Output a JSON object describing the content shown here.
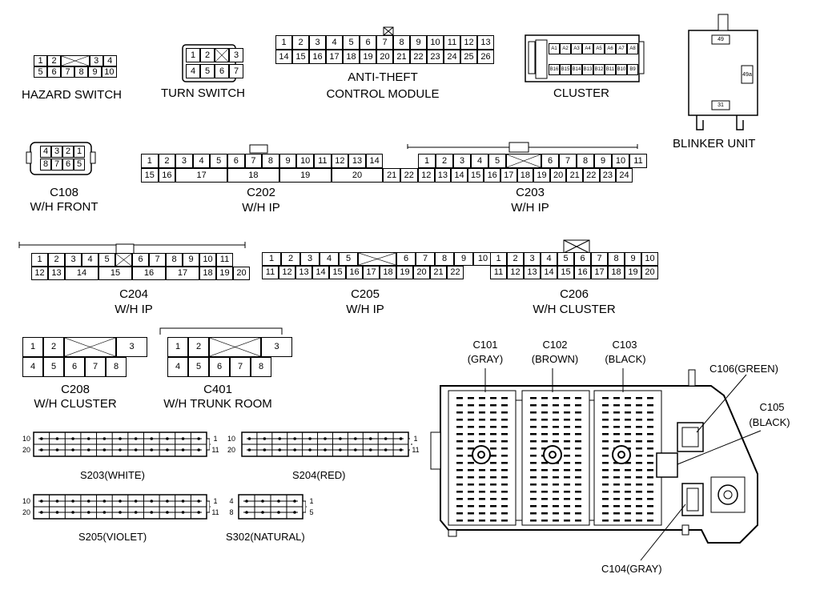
{
  "labels": {
    "hazard_switch": "HAZARD SWITCH",
    "turn_switch": "TURN SWITCH",
    "anti_theft": [
      "ANTI-THEFT",
      "CONTROL MODULE"
    ],
    "cluster": "CLUSTER",
    "blinker_unit": "BLINKER UNIT",
    "c108": [
      "C108",
      "W/H FRONT"
    ],
    "c202": [
      "C202",
      "W/H IP"
    ],
    "c203": [
      "C203",
      "W/H IP"
    ],
    "c204": [
      "C204",
      "W/H IP"
    ],
    "c205": [
      "C205",
      "W/H IP"
    ],
    "c206": [
      "C206",
      "W/H CLUSTER"
    ],
    "c208": [
      "C208",
      "W/H CLUSTER"
    ],
    "c401": [
      "C401",
      "W/H TRUNK ROOM"
    ],
    "s203": "S203(WHITE)",
    "s204": "S204(RED)",
    "s205": "S205(VIOLET)",
    "s302": "S302(NATURAL)",
    "c101": [
      "C101",
      "(GRAY)"
    ],
    "c102": [
      "C102",
      "(BROWN)"
    ],
    "c103": [
      "C103",
      "(BLACK)"
    ],
    "c106": "C106(GREEN)",
    "c105": [
      "C105",
      "(BLACK)"
    ],
    "c104": "C104(GRAY)"
  },
  "connectors": {
    "hazard": [
      [
        "1",
        "2",
        "",
        "3",
        "4"
      ],
      [
        "5",
        "6",
        "7",
        "8",
        "9",
        "10"
      ]
    ],
    "turn": [
      [
        "1",
        "2",
        "",
        "3"
      ],
      [
        "4",
        "5",
        "6",
        "7"
      ]
    ],
    "anti_theft": [
      [
        "1",
        "2",
        "3",
        "4",
        "5",
        "6",
        "7",
        "8",
        "9",
        "10",
        "11",
        "12",
        "13"
      ],
      [
        "14",
        "15",
        "16",
        "17",
        "18",
        "19",
        "20",
        "21",
        "22",
        "23",
        "24",
        "25",
        "26"
      ]
    ],
    "cluster_top": [
      "A1",
      "A2",
      "A3",
      "A4",
      "A5",
      "A6",
      "A7",
      "A8"
    ],
    "cluster_bottom": [
      "B16",
      "B15",
      "B14",
      "B13",
      "B12",
      "B11",
      "B10",
      "B9"
    ],
    "blinker_pins": [
      "49",
      "49a",
      "31"
    ],
    "c108": [
      [
        "4",
        "3",
        "2",
        "1"
      ],
      [
        "8",
        "7",
        "6",
        "5"
      ]
    ],
    "c202": [
      [
        "1",
        "2",
        "3",
        "4",
        "5",
        "6",
        "7",
        "8",
        "9",
        "10",
        "11",
        "12",
        "13",
        "14"
      ],
      [
        "15",
        "16",
        "17",
        "18",
        "19",
        "20",
        "21",
        "22"
      ]
    ],
    "c203": [
      [
        "1",
        "2",
        "3",
        "4",
        "5",
        "",
        "6",
        "7",
        "8",
        "9",
        "10",
        "11"
      ],
      [
        "12",
        "13",
        "14",
        "15",
        "16",
        "17",
        "18",
        "19",
        "20",
        "21",
        "22",
        "23",
        "24"
      ]
    ],
    "c204": [
      [
        "1",
        "2",
        "3",
        "4",
        "5",
        "",
        "6",
        "7",
        "8",
        "9",
        "10",
        "11"
      ],
      [
        "12",
        "13",
        "14",
        "15",
        "16",
        "17",
        "18",
        "19",
        "20"
      ]
    ],
    "c205": [
      [
        "1",
        "2",
        "3",
        "4",
        "5",
        "",
        "6",
        "7",
        "8",
        "9",
        "10"
      ],
      [
        "11",
        "12",
        "13",
        "14",
        "15",
        "16",
        "17",
        "18",
        "19",
        "20",
        "21",
        "22"
      ]
    ],
    "c206": [
      [
        "1",
        "2",
        "3",
        "4",
        "5",
        "6",
        "7",
        "8",
        "9",
        "10"
      ],
      [
        "11",
        "12",
        "13",
        "14",
        "15",
        "16",
        "17",
        "18",
        "19",
        "20"
      ]
    ],
    "c208": [
      [
        "1",
        "2",
        "",
        "3"
      ],
      [
        "4",
        "5",
        "6",
        "7",
        "8"
      ]
    ],
    "c401": [
      [
        "1",
        "2",
        "",
        "3"
      ],
      [
        "4",
        "5",
        "6",
        "7",
        "8"
      ]
    ],
    "s_pins": {
      "s203": [
        "10",
        "20",
        "1",
        "11"
      ],
      "s204": [
        "10",
        "20",
        "1",
        "11"
      ],
      "s205": [
        "10",
        "20",
        "1",
        "11"
      ],
      "s302": [
        "4",
        "8",
        "1",
        "5"
      ]
    }
  }
}
